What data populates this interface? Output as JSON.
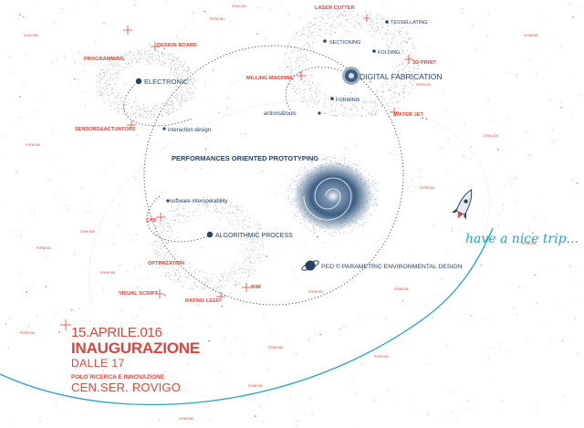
{
  "diagram": {
    "center_title": "PERFORMANCES ORIENTED PROTOTYPING",
    "hubs": [
      {
        "id": "electronic",
        "label": "ELECTRONIC"
      },
      {
        "id": "digital-fabrication",
        "label": "DIGITAL FABRICATION"
      },
      {
        "id": "algorithmic-process",
        "label": "ALGORITHMIC PROCESS"
      },
      {
        "id": "ped",
        "label": "PED © PARAMETRIC ENVIRONMENTAL DESIGN"
      }
    ],
    "connectors": {
      "interaction_design": "interaction design",
      "actions_tools": "actions&tools",
      "software_interoperability": "software interoperability"
    },
    "electronic_nodes": [
      "DESIGN BOARD",
      "PROGRAMMING",
      "SENSORS&ACTUATORS"
    ],
    "fabrication_nodes": [
      "LASER CUTTER",
      "TESSELLATING",
      "SECTIONING",
      "FOLDING",
      "3D PRINT",
      "MILLING MACHINE",
      "FORMING",
      "WATER JET"
    ],
    "algorithmic_nodes": [
      "CFD",
      "OPTIMIZATION",
      "VISUAL SCRIPT",
      "RATING LEED",
      "BIM"
    ],
    "star_labels": [
      "SGNK-918",
      "POPW-984",
      "SGNK-918",
      "POPW-926",
      "SGNB-955",
      "POPW-926",
      "SGNK-918",
      "POPW-926",
      "SGNK-928",
      "POPW-926",
      "SGNB-958",
      "POPW-926",
      "POPW-926",
      "SGNB-958",
      "POPW-926",
      "SGNB-958",
      "POPW-926",
      "SGNB-958",
      "SGNB-958"
    ]
  },
  "slogan": "have a nice trip...",
  "event": {
    "date": "15.APRILE.016",
    "title": "INAUGURAZIONE",
    "time": "DALLE 17",
    "organizer": "POLO RICERCA E INNOVAZIONE",
    "venue": "CEN.SER. ROVIGO"
  },
  "colors": {
    "red": "#d9453a",
    "navy": "#2a4261",
    "teal": "#2aa3b8",
    "galaxy": "#3d5f84",
    "background": "#ffffff"
  },
  "icons": [
    "rocket-icon",
    "planet-icon",
    "galaxy-icon",
    "star-field",
    "crosshair-icon"
  ]
}
